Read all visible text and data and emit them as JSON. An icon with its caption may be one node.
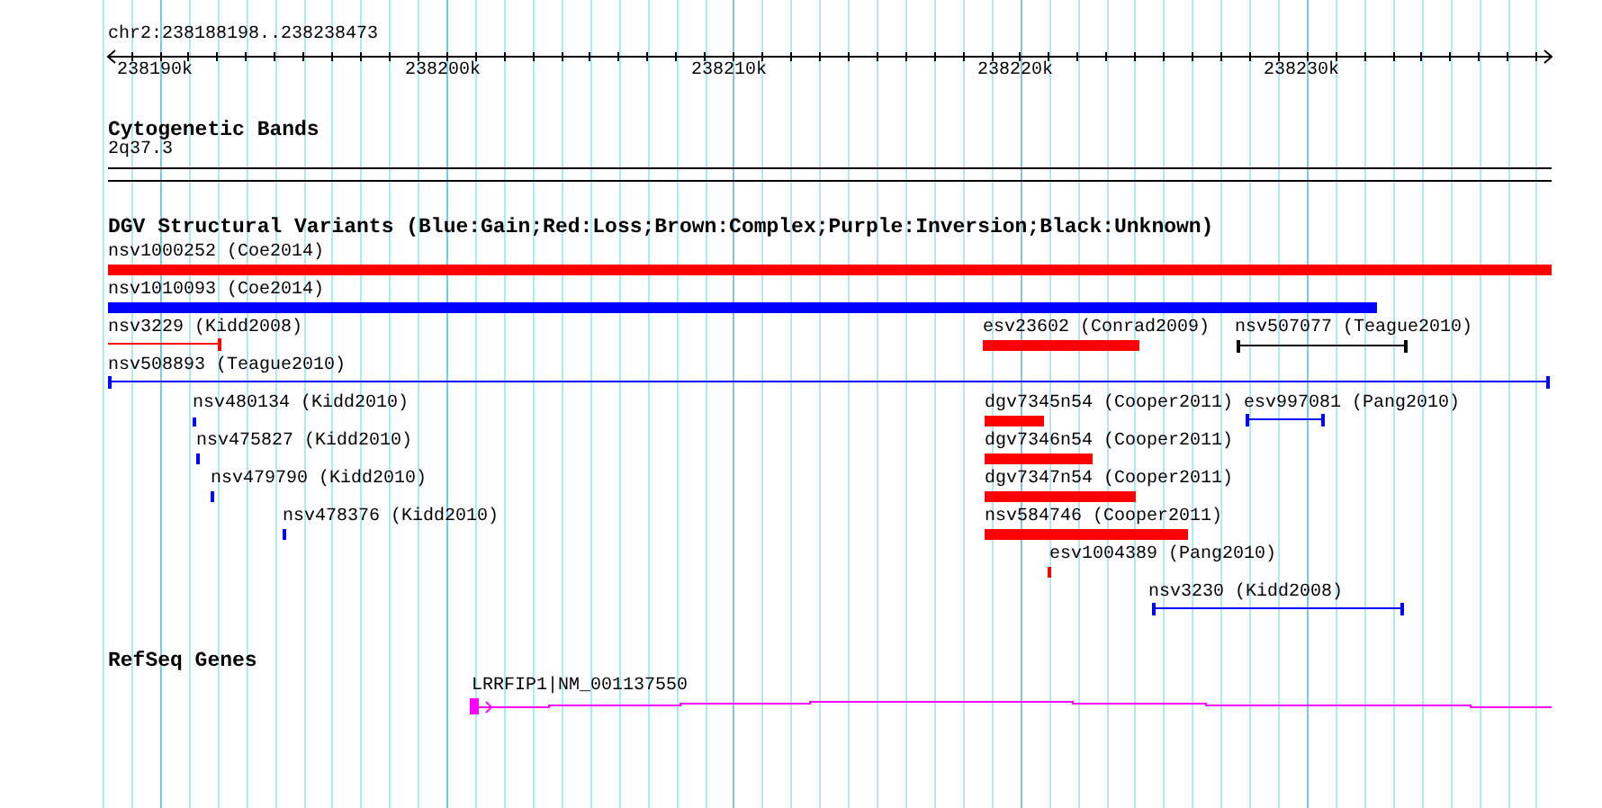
{
  "diagram": {
    "title": "chr2:238188198..238238473",
    "nodes": [
      {
        "text": [
          "nsv1000252 (Coe2014)"
        ]
      },
      {
        "text": [
          "nsv1010093 (Coe2014)"
        ]
      },
      {
        "text": [
          "nsv3229 (Kidd2008)"
        ]
      },
      {
        "text": [
          "esv23602 (Conrad2009)"
        ]
      },
      {
        "text": [
          "nsv507077 (Teague2010)"
        ]
      },
      {
        "text": [
          "nsv508893 (Teague2010)"
        ]
      },
      {
        "text": [
          "nsv480134 (Kidd2010)"
        ]
      },
      {
        "text": [
          "dgv7345n54 (Cooper2011)"
        ]
      },
      {
        "text": [
          "esv997081 (Pang2010)"
        ]
      },
      {
        "text": [
          "nsv475827 (Kidd2010)"
        ]
      },
      {
        "text": [
          "dgv7346n54 (Cooper2011)"
        ]
      },
      {
        "text": [
          "nsv479790 (Kidd2010)"
        ]
      },
      {
        "text": [
          "dgv7347n54 (Cooper2011)"
        ]
      },
      {
        "text": [
          "nsv478376 (Kidd2010)"
        ]
      },
      {
        "text": [
          "nsv584746 (Cooper2011)"
        ]
      },
      {
        "text": [
          "esv1004389 (Pang2010)"
        ]
      },
      {
        "text": [
          "nsv3230 (Kidd2008)"
        ]
      },
      {
        "text": [
          "LRRFIP1|NM_001137550"
        ]
      }
    ],
    "labels": [
      "238190k",
      "238200k",
      "238210k",
      "238220k",
      "238230k",
      "Cytogenetic Bands",
      "2q37.3",
      "DGV Structural Variants (Blue:Gain;Red:Loss;Brown:Complex;Purple:Inversion;Black:Unknown)",
      "RefSeq Genes"
    ]
  }
}
